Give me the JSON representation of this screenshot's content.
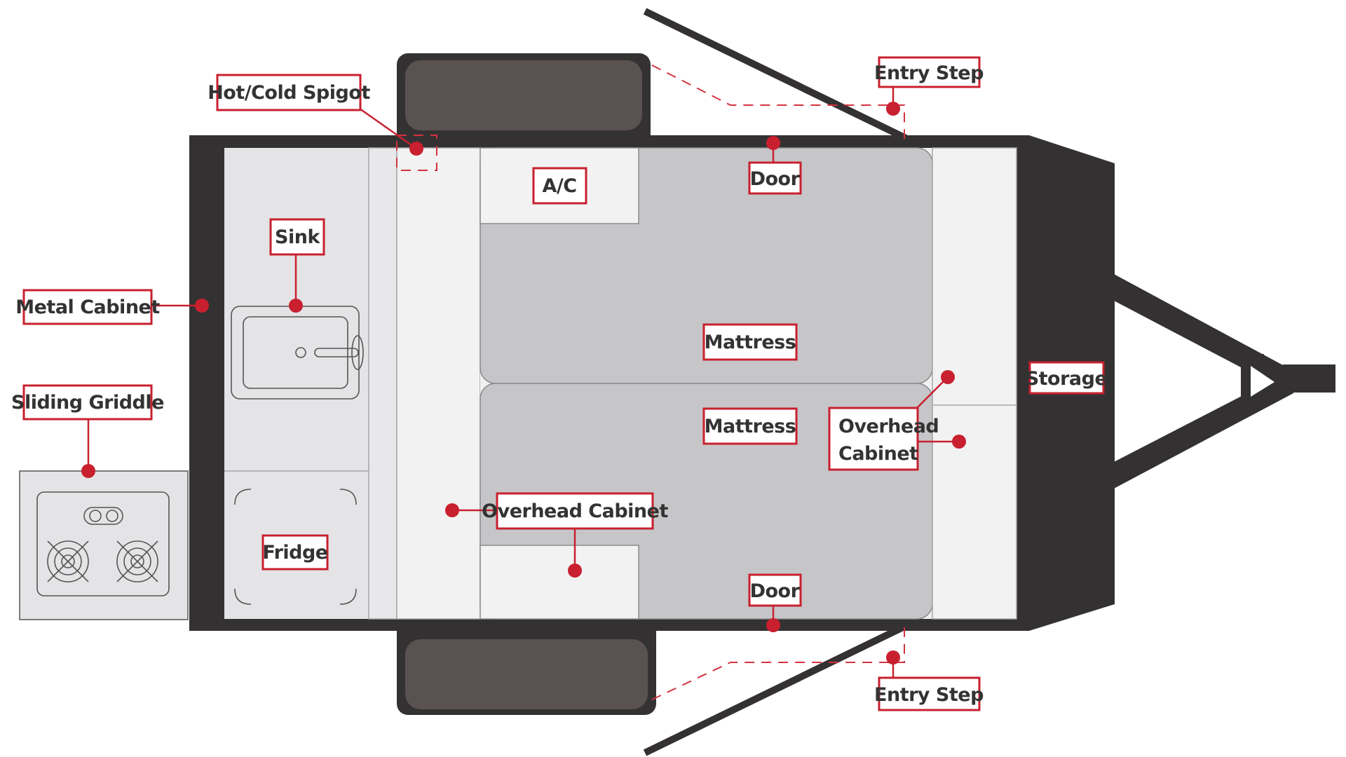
{
  "diagram": {
    "accent_color": "#c8202f",
    "frame_color": "#343132",
    "tire_color": "#5a5151",
    "labels": {
      "hot_cold_spigot": "Hot/Cold Spigot",
      "entry_step_top": "Entry Step",
      "entry_step_bottom": "Entry Step",
      "sink": "Sink",
      "metal_cabinet": "Metal Cabinet",
      "sliding_griddle": "Sliding Griddle",
      "ac": "A/C",
      "door_top": "Door",
      "door_bottom": "Door",
      "mattress_top": "Mattress",
      "mattress_bottom": "Mattress",
      "overhead_cabinet_right_line1": "Overhead",
      "overhead_cabinet_right_line2": "Cabinet",
      "overhead_cabinet_left": "Overhead Cabinet",
      "fridge": "Fridge",
      "storage": "Storage"
    }
  }
}
